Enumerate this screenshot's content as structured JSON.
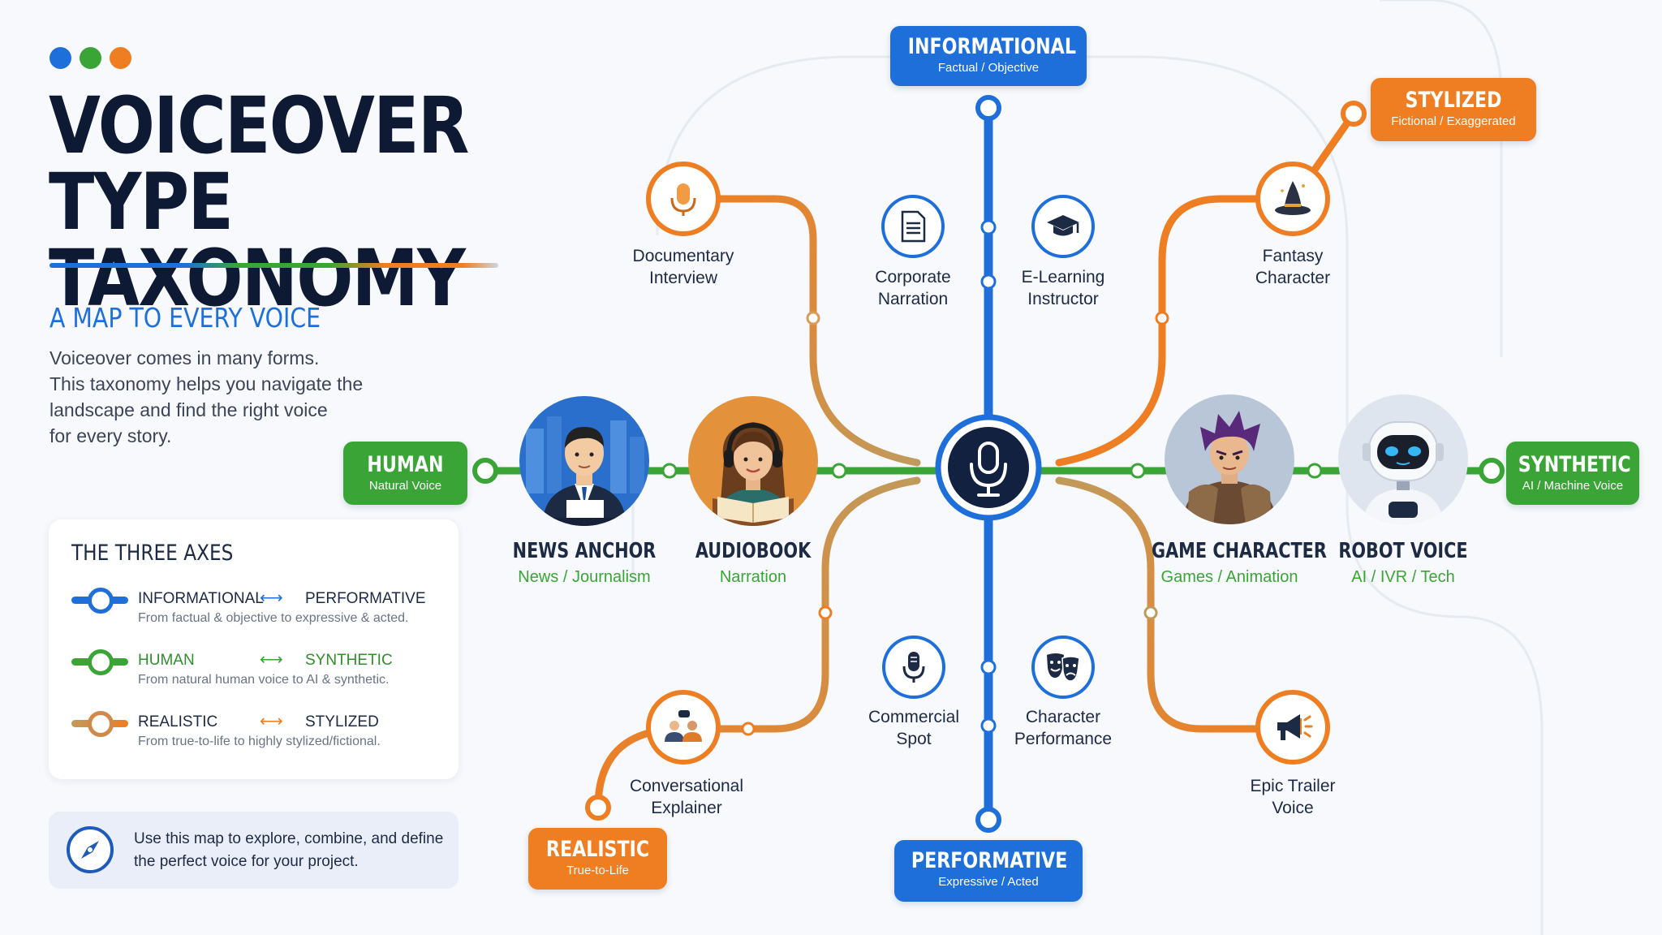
{
  "header": {
    "title_line1": "VOICEOVER",
    "title_line2": "TYPE TAXONOMY",
    "subtitle": "A MAP TO EVERY VOICE",
    "intro_lines": [
      "Voiceover comes in many forms.",
      "This taxonomy helps you navigate the",
      "landscape and find the right voice",
      "for every story."
    ]
  },
  "colors": {
    "blue": "#1e6fd9",
    "green": "#3aa536",
    "orange": "#ef7d22",
    "tan": "#c19a5b",
    "navy": "#0e1a33"
  },
  "axes_panel": {
    "title": "THE THREE AXES",
    "rows": [
      {
        "left": "INFORMATIONAL",
        "arrow": "⟷",
        "right": "PERFORMATIVE",
        "desc": "From factual & objective to expressive & acted."
      },
      {
        "left": "HUMAN",
        "arrow": "⟷",
        "right": "SYNTHETIC",
        "desc": "From natural human voice to AI & synthetic."
      },
      {
        "left": "REALISTIC",
        "arrow": "⟷",
        "right": "STYLIZED",
        "desc": "From true-to-life to highly stylized/fictional."
      }
    ]
  },
  "tip": {
    "line1": "Use this map to explore, combine, and define",
    "line2": "the perfect voice for your project.",
    "icon": "compass-icon"
  },
  "poles": {
    "informational": {
      "title": "INFORMATIONAL",
      "sub": "Factual / Objective"
    },
    "performative": {
      "title": "PERFORMATIVE",
      "sub": "Expressive / Acted"
    },
    "human": {
      "title": "HUMAN",
      "sub": "Natural Voice"
    },
    "synthetic": {
      "title": "SYNTHETIC",
      "sub": "AI / Machine Voice"
    },
    "stylized": {
      "title": "STYLIZED",
      "sub": "Fictional / Exaggerated"
    },
    "realistic": {
      "title": "REALISTIC",
      "sub": "True-to-Life"
    }
  },
  "nodes": {
    "documentary": {
      "line1": "Documentary",
      "line2": "Interview",
      "icon": "microphone-icon"
    },
    "corporate": {
      "line1": "Corporate",
      "line2": "Narration",
      "icon": "document-icon"
    },
    "elearning": {
      "line1": "E-Learning",
      "line2": "Instructor",
      "icon": "graduation-cap-icon"
    },
    "fantasy": {
      "line1": "Fantasy",
      "line2": "Character",
      "icon": "wizard-hat-icon"
    },
    "commercial": {
      "line1": "Commercial",
      "line2": "Spot",
      "icon": "microphone-icon"
    },
    "character": {
      "line1": "Character",
      "line2": "Performance",
      "icon": "theater-masks-icon"
    },
    "conversational": {
      "line1": "Conversational",
      "line2": "Explainer",
      "icon": "people-chat-icon"
    },
    "trailer": {
      "line1": "Epic Trailer",
      "line2": "Voice",
      "icon": "megaphone-icon"
    }
  },
  "personas": {
    "news": {
      "name": "NEWS ANCHOR",
      "sub": "News / Journalism"
    },
    "audiobook": {
      "name": "AUDIOBOOK",
      "sub": "Narration"
    },
    "game": {
      "name": "GAME CHARACTER",
      "sub": "Games / Animation"
    },
    "robot": {
      "name": "ROBOT VOICE",
      "sub": "AI / IVR / Tech"
    }
  },
  "center": {
    "icon": "microphone-icon"
  }
}
